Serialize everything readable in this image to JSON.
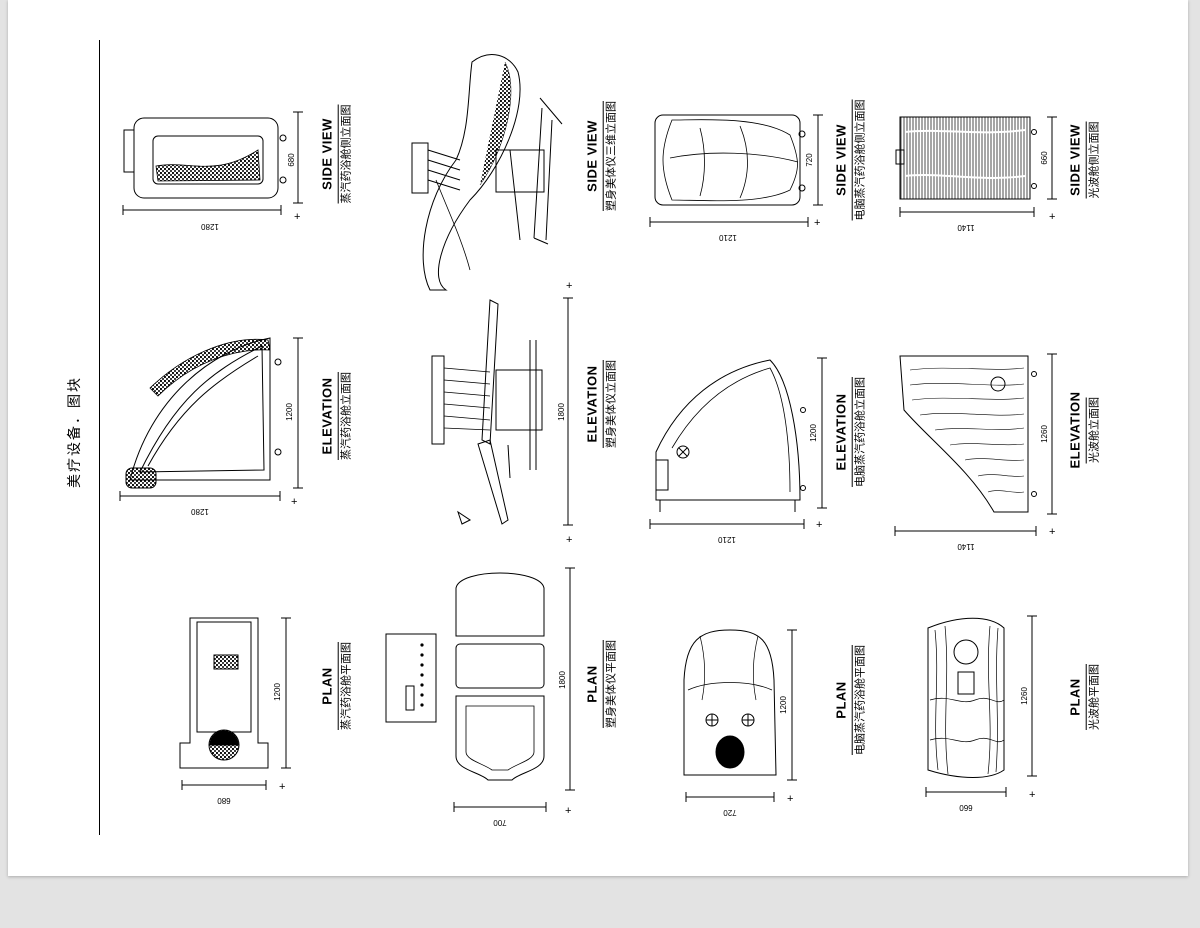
{
  "sheet": {
    "title": "美疗设备．图块"
  },
  "views": [
    {
      "id": "steam-side",
      "en": "SIDE VIEW",
      "cn": "蒸汽药浴舱侧立面图"
    },
    {
      "id": "steam-elev",
      "en": "ELEVATION",
      "cn": "蒸汽药浴舱立面图"
    },
    {
      "id": "steam-plan",
      "en": "PLAN",
      "cn": "蒸汽药浴舱平面图"
    },
    {
      "id": "body-3d",
      "en": "SIDE VIEW",
      "cn": "塑身美体仪三维立面图"
    },
    {
      "id": "body-elev",
      "en": "ELEVATION",
      "cn": "塑身美体仪立面图"
    },
    {
      "id": "body-plan",
      "en": "PLAN",
      "cn": "塑身美体仪平面图"
    },
    {
      "id": "pc-side",
      "en": "SIDE VIEW",
      "cn": "电脑蒸汽药浴舱侧立面图"
    },
    {
      "id": "pc-elev",
      "en": "ELEVATION",
      "cn": "电脑蒸汽药浴舱立面图"
    },
    {
      "id": "pc-plan",
      "en": "PLAN",
      "cn": "电脑蒸汽药浴舱平面图"
    },
    {
      "id": "light-side",
      "en": "SIDE VIEW",
      "cn": "光波舱侧立面图"
    },
    {
      "id": "light-elev",
      "en": "ELEVATION",
      "cn": "光波舱立面图"
    },
    {
      "id": "light-plan",
      "en": "PLAN",
      "cn": "光波舱平面图"
    }
  ],
  "dimensions": {
    "steam_side_w": "1280",
    "steam_side_h": "680",
    "steam_elev_w": "1280",
    "steam_elev_h": "1200",
    "steam_plan_w": "680",
    "steam_plan_h": "1200",
    "body_elev_h": "1800",
    "body_plan_w": "700",
    "body_plan_h": "1800",
    "pc_side_w": "1210",
    "pc_side_h": "720",
    "pc_elev_w": "1210",
    "pc_elev_h": "1200",
    "pc_plan_w": "720",
    "pc_plan_h": "1200",
    "light_side_w": "1140",
    "light_side_h": "660",
    "light_elev_w": "1140",
    "light_elev_h": "1260",
    "light_plan_w": "660",
    "light_plan_h": "1260"
  },
  "colors": {
    "page": "#e3e3e3",
    "sheet": "#ffffff",
    "ink": "#000000"
  }
}
